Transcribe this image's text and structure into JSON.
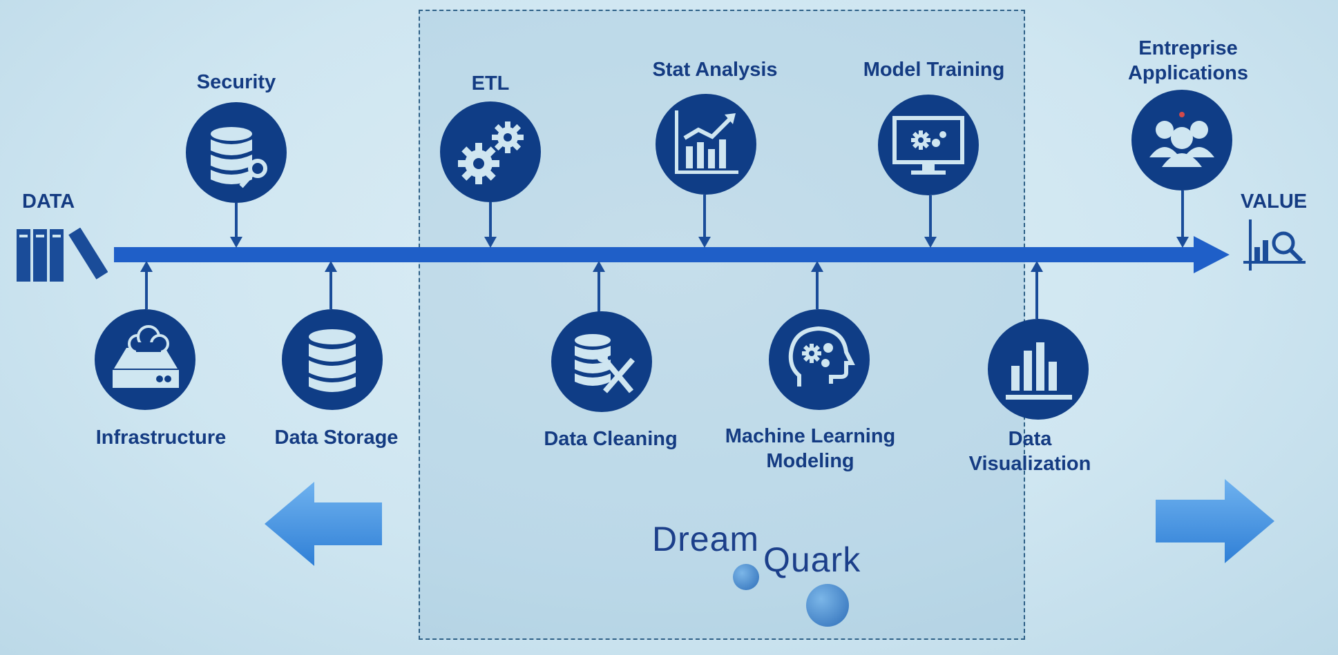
{
  "diagram": {
    "start_label": "DATA",
    "end_label": "VALUE",
    "brand": {
      "word1": "Dream",
      "word2": "Quark"
    },
    "top_nodes": [
      {
        "id": "security",
        "label_lines": [
          "Security"
        ],
        "icon": "database-key-icon"
      },
      {
        "id": "etl",
        "label_lines": [
          "ETL"
        ],
        "icon": "gears-icon"
      },
      {
        "id": "stat-analysis",
        "label_lines": [
          "Stat Analysis"
        ],
        "icon": "chart-trend-icon"
      },
      {
        "id": "model-training",
        "label_lines": [
          "Model Training"
        ],
        "icon": "monitor-gears-icon"
      },
      {
        "id": "enterprise-applications",
        "label_lines": [
          "Entreprise",
          "Applications"
        ],
        "icon": "users-group-icon"
      }
    ],
    "bottom_nodes": [
      {
        "id": "infrastructure",
        "label_lines": [
          "Infrastructure"
        ],
        "icon": "cloud-server-icon"
      },
      {
        "id": "data-storage",
        "label_lines": [
          "Data Storage"
        ],
        "icon": "database-icon"
      },
      {
        "id": "data-cleaning",
        "label_lines": [
          "Data Cleaning"
        ],
        "icon": "database-tools-icon"
      },
      {
        "id": "machine-learning-modeling",
        "label_lines": [
          "Machine Learning",
          "Modeling"
        ],
        "icon": "head-gears-icon"
      },
      {
        "id": "data-visualization",
        "label_lines": [
          "Data",
          "Visualization"
        ],
        "icon": "bar-chart-icon"
      }
    ],
    "colors": {
      "node": "#0f3d86",
      "timeline": "#1f5fc8",
      "label": "#143b82",
      "arrow": "#2f7fd6"
    }
  }
}
